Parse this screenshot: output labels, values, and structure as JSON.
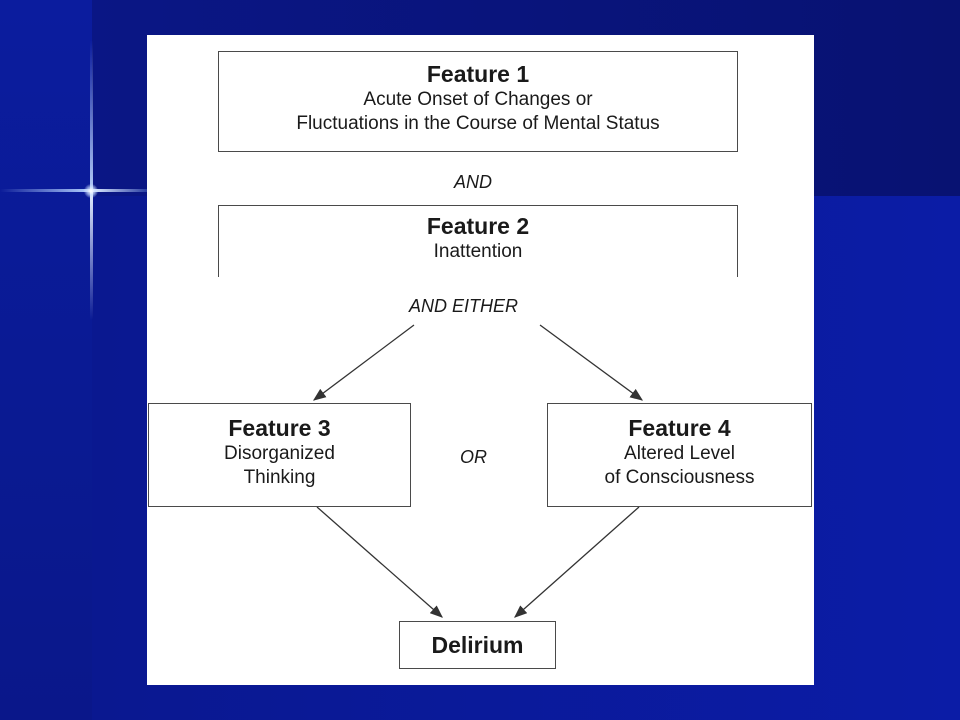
{
  "diagram": {
    "feature1": {
      "title": "Feature 1",
      "line1": "Acute Onset of Changes or",
      "line2": "Fluctuations in the Course of Mental Status"
    },
    "and_label": "AND",
    "feature2": {
      "title": "Feature 2",
      "line1": "Inattention"
    },
    "and_either_label": "AND EITHER",
    "feature3": {
      "title": "Feature 3",
      "line1": "Disorganized",
      "line2": "Thinking"
    },
    "or_label": "OR",
    "feature4": {
      "title": "Feature 4",
      "line1": "Altered Level",
      "line2": "of Consciousness"
    },
    "outcome": "Delirium"
  },
  "colors": {
    "background": "#0a1480",
    "panel": "#ffffff",
    "border": "#4a4a4a",
    "text": "#1a1a1a"
  }
}
